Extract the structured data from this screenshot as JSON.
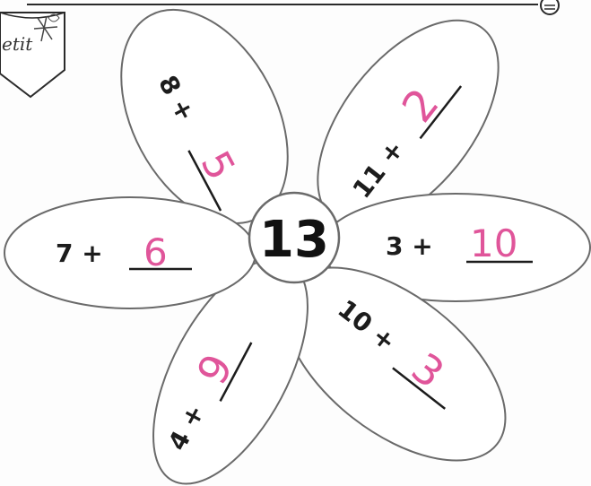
{
  "worksheet": {
    "corner_label": "etit",
    "center_number": "13",
    "colors": {
      "ink": "#1c1c1c",
      "handwriting": "#e0559a",
      "petal_stroke": "#6a6a6a"
    },
    "petals": [
      {
        "prompt": "8 +",
        "answer": "5"
      },
      {
        "prompt": "11 +",
        "answer": "2"
      },
      {
        "prompt": "3 +",
        "answer": "10"
      },
      {
        "prompt": "10 +",
        "answer": "3"
      },
      {
        "prompt": "4 +",
        "answer": "9"
      },
      {
        "prompt": "7 +",
        "answer": "6"
      }
    ]
  }
}
